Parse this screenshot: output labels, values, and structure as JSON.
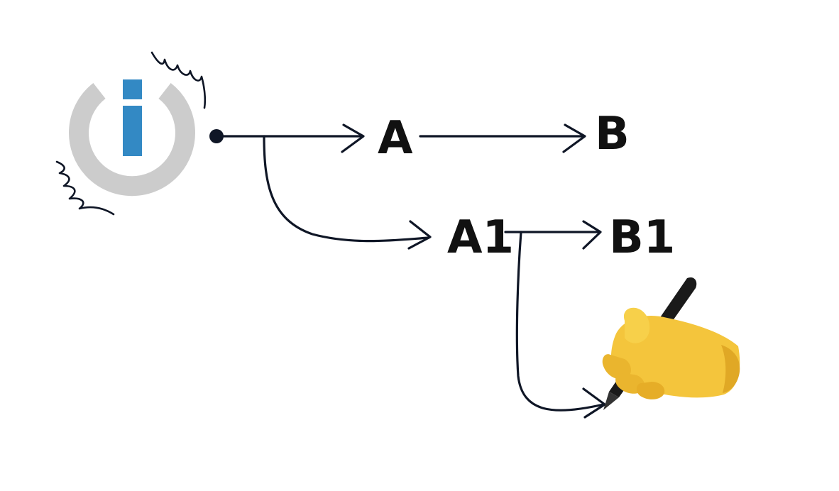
{
  "nodes": {
    "a": "A",
    "b": "B",
    "a1": "A1",
    "b1": "B1"
  },
  "icons": {
    "logo": "power-logo-icon",
    "writing_hand": "writing-hand-icon"
  },
  "colors": {
    "logo_ring": "#cccccc",
    "logo_bar": "#3389c4",
    "line": "#0f1626",
    "hand_skin": "#f4c53c",
    "pen": "#1a1a1a"
  }
}
